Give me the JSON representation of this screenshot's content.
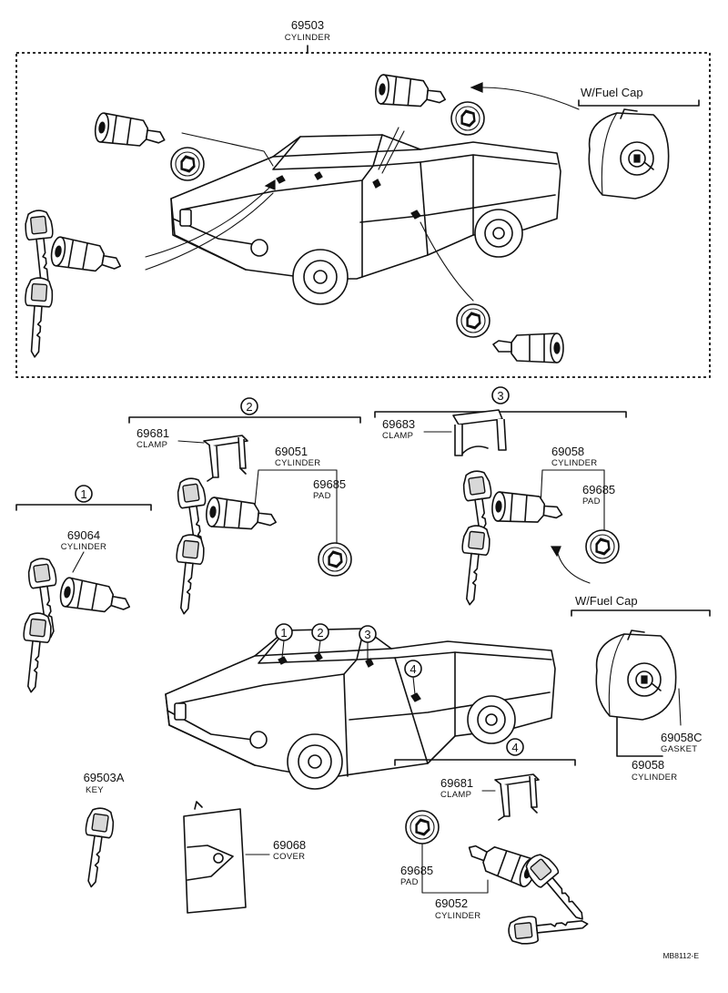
{
  "parts": {
    "cyl_set": {
      "number": "69503",
      "name": "CYLINDER"
    },
    "cyl_69064": {
      "number": "69064",
      "name": "CYLINDER"
    },
    "clamp_69681_a": {
      "number": "69681",
      "name": "CLAMP"
    },
    "cyl_69051": {
      "number": "69051",
      "name": "CYLINDER"
    },
    "pad_69685_a": {
      "number": "69685",
      "name": "PAD"
    },
    "clamp_69683": {
      "number": "69683",
      "name": "CLAMP"
    },
    "cyl_69058": {
      "number": "69058",
      "name": "CYLINDER"
    },
    "pad_69685_b": {
      "number": "69685",
      "name": "PAD"
    },
    "gasket_69058c": {
      "number": "69058C",
      "name": "GASKET"
    },
    "cyl_69058_fuel": {
      "number": "69058",
      "name": "CYLINDER"
    },
    "key_69503a": {
      "number": "69503A",
      "name": "KEY"
    },
    "cover_69068": {
      "number": "69068",
      "name": "COVER"
    },
    "clamp_69681_b": {
      "number": "69681",
      "name": "CLAMP"
    },
    "pad_69685_c": {
      "number": "69685",
      "name": "PAD"
    },
    "cyl_69052": {
      "number": "69052",
      "name": "CYLINDER"
    }
  },
  "fuel_cap_labels": {
    "top": "W/Fuel Cap",
    "bottom": "W/Fuel Cap"
  },
  "callouts": {
    "group_1": "1",
    "group_2": "2",
    "group_3": "3",
    "group_4": "4",
    "truck_1": "1",
    "truck_2": "2",
    "truck_3": "3",
    "truck_4": "4"
  },
  "drawing_code": "MB8112-E"
}
